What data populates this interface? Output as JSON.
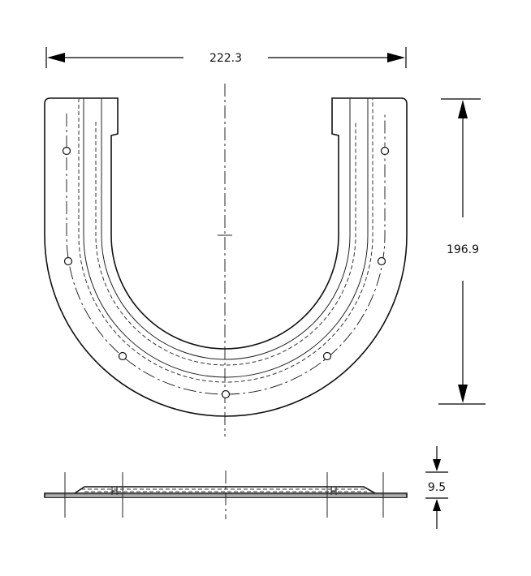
{
  "dimensions": {
    "width": "222.3",
    "height": "196.9",
    "thickness": "9.5"
  }
}
